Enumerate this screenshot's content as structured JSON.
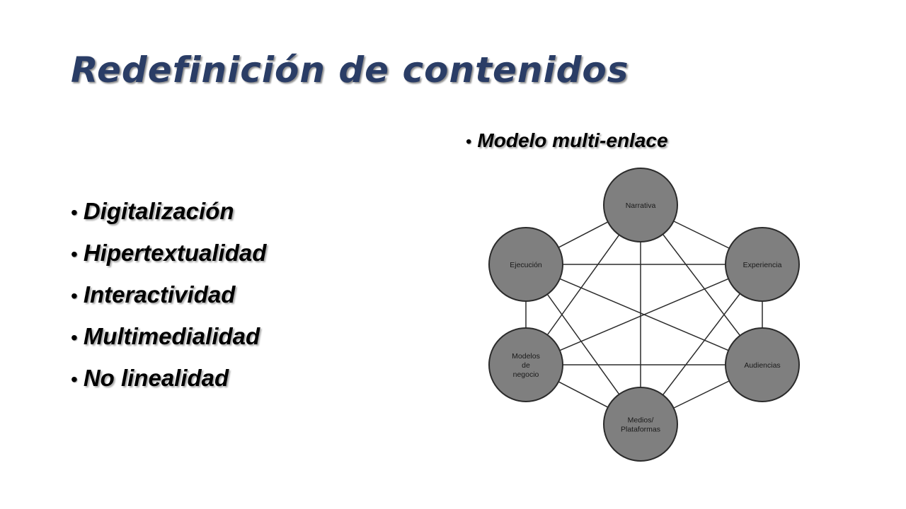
{
  "title": "Redefinición de contenidos",
  "bullets": [
    {
      "label": "Digitalización"
    },
    {
      "label": "Hipertextualidad"
    },
    {
      "label": "Interactividad"
    },
    {
      "label": "Multimedialidad"
    },
    {
      "label": "No linealidad"
    }
  ],
  "model": {
    "label": "Modelo multi-enlace",
    "nodes": [
      {
        "id": "narrativa",
        "lines": [
          "Narrativa"
        ]
      },
      {
        "id": "experiencia",
        "lines": [
          "Experiencia"
        ]
      },
      {
        "id": "audiencias",
        "lines": [
          "Audiencias"
        ]
      },
      {
        "id": "medios-plataformas",
        "lines": [
          "Medios/",
          "Plataformas"
        ]
      },
      {
        "id": "modelos-de-negocio",
        "lines": [
          "Modelos",
          "de",
          "negocio"
        ]
      },
      {
        "id": "ejecucion",
        "lines": [
          "Ejecución"
        ]
      }
    ],
    "links": [
      [
        "narrativa",
        "experiencia"
      ],
      [
        "narrativa",
        "audiencias"
      ],
      [
        "narrativa",
        "medios-plataformas"
      ],
      [
        "narrativa",
        "modelos-de-negocio"
      ],
      [
        "narrativa",
        "ejecucion"
      ],
      [
        "experiencia",
        "audiencias"
      ],
      [
        "experiencia",
        "medios-plataformas"
      ],
      [
        "experiencia",
        "modelos-de-negocio"
      ],
      [
        "experiencia",
        "ejecucion"
      ],
      [
        "audiencias",
        "medios-plataformas"
      ],
      [
        "audiencias",
        "modelos-de-negocio"
      ],
      [
        "audiencias",
        "ejecucion"
      ],
      [
        "medios-plataformas",
        "modelos-de-negocio"
      ],
      [
        "medios-plataformas",
        "ejecucion"
      ],
      [
        "modelos-de-negocio",
        "ejecucion"
      ]
    ],
    "colors": {
      "node_fill": "#7f7f7f",
      "node_stroke": "#2b2b2b",
      "edge": "#2b2b2b"
    }
  }
}
